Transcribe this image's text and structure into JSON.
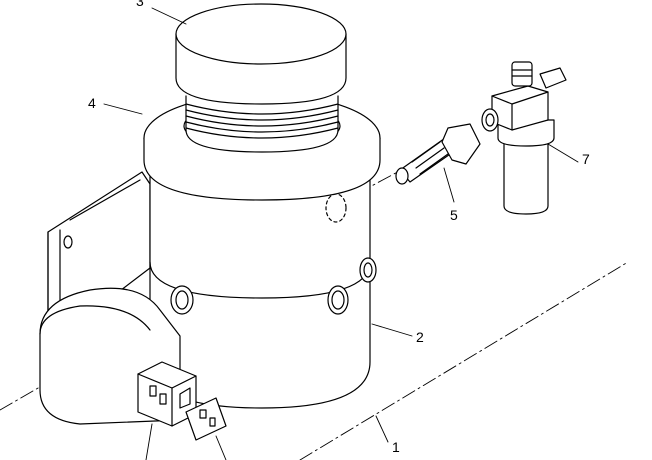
{
  "diagram": {
    "callouts": [
      {
        "id": "3",
        "text": "3"
      },
      {
        "id": "4",
        "text": "4"
      },
      {
        "id": "5",
        "text": "5"
      },
      {
        "id": "7",
        "text": "7"
      },
      {
        "id": "2",
        "text": "2"
      },
      {
        "id": "1",
        "text": "1"
      }
    ],
    "colors": {
      "line": "#000000",
      "fill": "#ffffff"
    }
  }
}
